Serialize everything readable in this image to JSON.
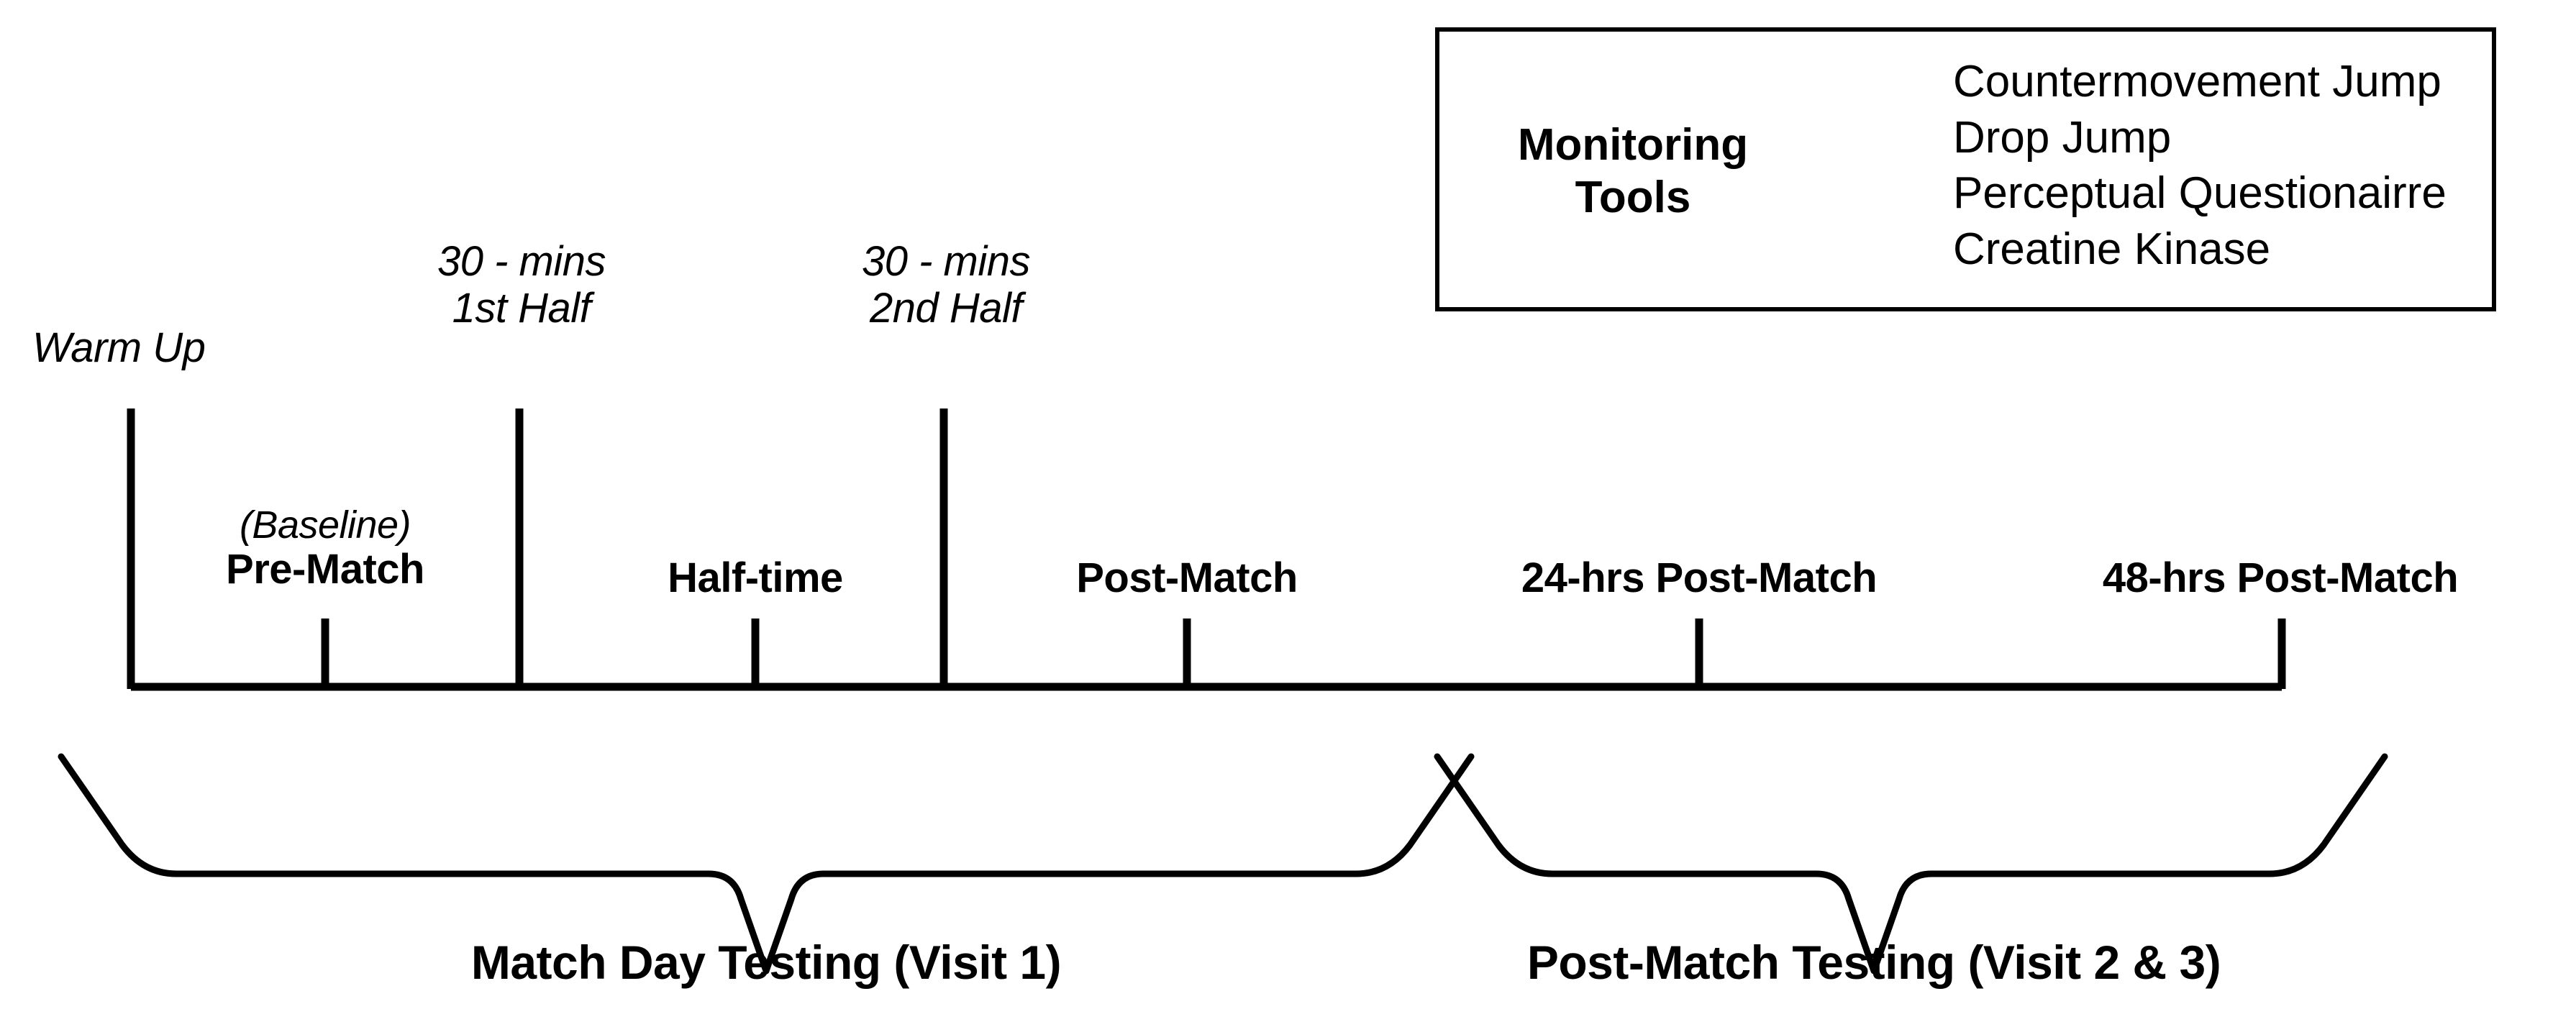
{
  "figure": {
    "type": "study-timeline-diagram",
    "orientation": "horizontal"
  },
  "timeline": {
    "events": [
      {
        "id": "warm-up",
        "label": "Warm Up",
        "lines": [
          "Warm Up"
        ]
      },
      {
        "id": "first-half",
        "label": "30 - mins 1st Half",
        "lines": [
          "30 - mins",
          "1st Half"
        ]
      },
      {
        "id": "second-half",
        "label": "30 - mins 2nd Half",
        "lines": [
          "30 - mins",
          "2nd Half"
        ]
      }
    ],
    "timepoints": [
      {
        "id": "pre-match",
        "sub": "(Baseline)",
        "label": "Pre-Match"
      },
      {
        "id": "half-time",
        "sub": "",
        "label": "Half-time"
      },
      {
        "id": "post-match",
        "sub": "",
        "label": "Post-Match"
      },
      {
        "id": "24-hrs-post",
        "sub": "",
        "label": "24-hrs Post-Match"
      },
      {
        "id": "48-hrs-post",
        "sub": "",
        "label": "48-hrs Post-Match"
      }
    ]
  },
  "phases": [
    {
      "id": "match-day",
      "label": "Match Day Testing (Visit 1)"
    },
    {
      "id": "post-match",
      "label": "Post-Match Testing (Visit 2 & 3)"
    }
  ],
  "monitoring_tools": {
    "title_line_1": "Monitoring",
    "title_line_2": "Tools",
    "items": [
      "Countermovement Jump",
      "Drop Jump",
      "Perceptual Questionairre",
      "Creatine Kinase"
    ]
  },
  "colors": {
    "line": "#000000",
    "text": "#000000",
    "background": "#ffffff"
  }
}
